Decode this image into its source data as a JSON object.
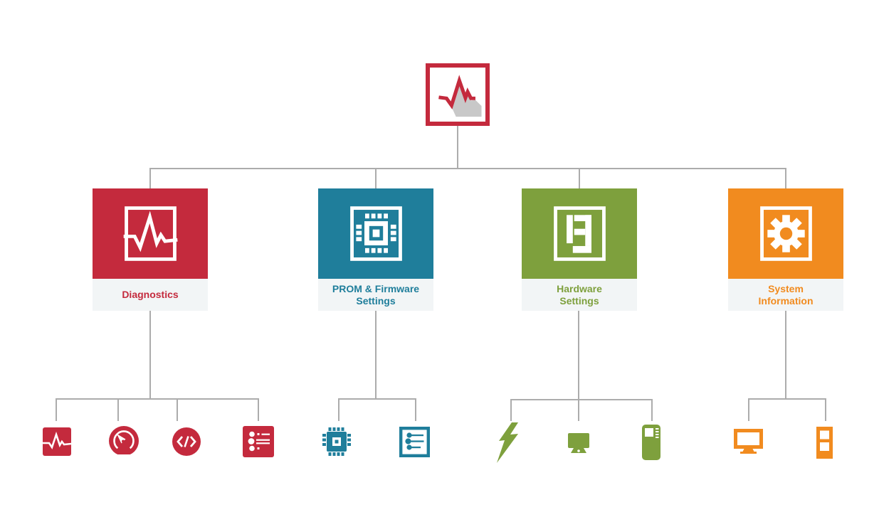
{
  "diagram": {
    "type": "hierarchy-menu-map",
    "connector_color": "#acacac",
    "label_strip_color": "#f2f5f6",
    "root": {
      "name": "root-node",
      "icon": "pulse-chart-icon",
      "border_color": "#c42a3d"
    },
    "categories": [
      {
        "label": "Diagnostics",
        "color": "#c42a3d",
        "icon": "pulse-monitor-icon",
        "children": [
          "pulse-square-icon",
          "gauge-icon",
          "code-icon",
          "circuit-traces-icon"
        ]
      },
      {
        "label": "PROM & Firmware\nSettings",
        "color": "#1f7e9b",
        "icon": "chip-icon",
        "children": [
          "chip-solid-icon",
          "circuit-board-icon"
        ]
      },
      {
        "label": "Hardware\nSettings",
        "color": "#7ea03d",
        "icon": "hardware-frame-icon",
        "children": [
          "lightning-bolt-icon",
          "monitor-solid-icon",
          "handheld-device-icon"
        ]
      },
      {
        "label": "System\nInformation",
        "color": "#f18b1f",
        "icon": "gear-icon",
        "children": [
          "monitor-outline-icon",
          "tower-icon"
        ]
      }
    ]
  }
}
